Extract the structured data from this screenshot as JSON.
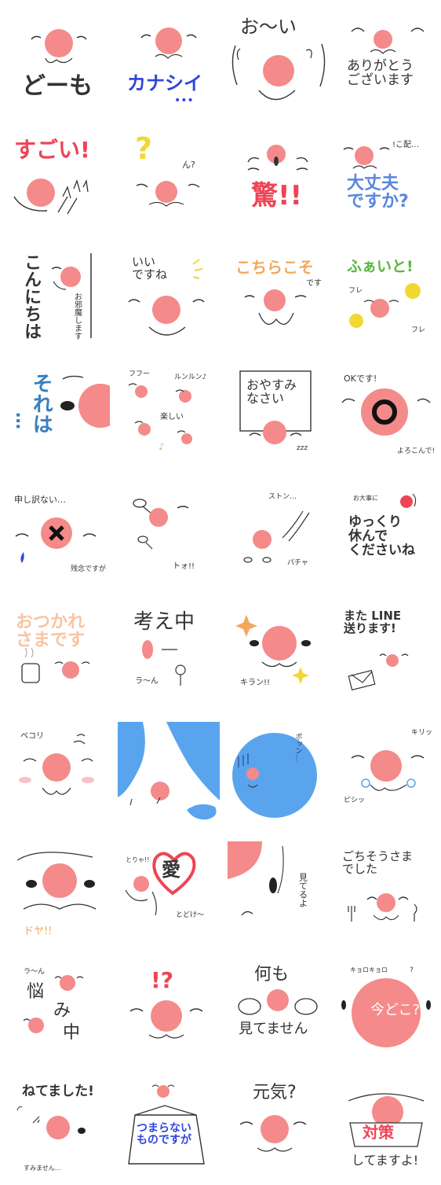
{
  "stickers": [
    {
      "texts": [
        "どーも"
      ]
    },
    {
      "texts": [
        "カナシイ"
      ]
    },
    {
      "texts": [
        "お〜い"
      ]
    },
    {
      "texts": [
        "ありがとう\nございます"
      ]
    },
    {
      "texts": [
        "すごい!"
      ]
    },
    {
      "texts": [
        "?",
        "ん?"
      ]
    },
    {
      "texts": [
        "驚!!"
      ]
    },
    {
      "texts": [
        "大丈夫\nですか?",
        "!こ配…"
      ]
    },
    {
      "texts": [
        "こんにちは",
        "お邪魔します"
      ]
    },
    {
      "texts": [
        "いい\nですね"
      ]
    },
    {
      "texts": [
        "こちらこそ",
        "です"
      ]
    },
    {
      "texts": [
        "ふぁいと!",
        "フレ",
        "フレ"
      ]
    },
    {
      "texts": [
        "それは",
        "…"
      ]
    },
    {
      "texts": [
        "フフー",
        "ルンルン♪",
        "楽しい"
      ]
    },
    {
      "texts": [
        "おやすみ\nなさい",
        "zzz"
      ]
    },
    {
      "texts": [
        "OKです!",
        "よろこんで!"
      ]
    },
    {
      "texts": [
        "申し訳ない…",
        "残念ですが"
      ]
    },
    {
      "texts": [
        "トォ!!"
      ]
    },
    {
      "texts": [
        "ストン…",
        "パチャ"
      ]
    },
    {
      "texts": [
        "お大事に",
        "ゆっくり\n休んで\nくださいね"
      ]
    },
    {
      "texts": [
        "おつかれ\nさまです"
      ]
    },
    {
      "texts": [
        "考え中",
        "ラ〜ん"
      ]
    },
    {
      "texts": [
        "キラン!!"
      ]
    },
    {
      "texts": [
        "また LINE\n送ります!"
      ]
    },
    {
      "texts": [
        "ペコリ"
      ]
    },
    {
      "texts": []
    },
    {
      "texts": [
        "ポッン…"
      ]
    },
    {
      "texts": [
        "キリッ",
        "ピシッ"
      ]
    },
    {
      "texts": [
        "ドヤ!!"
      ]
    },
    {
      "texts": [
        "愛",
        "とりゃ!!",
        "とどけ〜"
      ]
    },
    {
      "texts": [
        "見てるよ"
      ]
    },
    {
      "texts": [
        "ごちそうさま\nでした"
      ]
    },
    {
      "texts": [
        "ラ〜ん",
        "悩",
        "み",
        "中"
      ]
    },
    {
      "texts": [
        "!?"
      ]
    },
    {
      "texts": [
        "何も",
        "見てません"
      ]
    },
    {
      "texts": [
        "今どこ?",
        "キョロキョロ",
        "?"
      ]
    },
    {
      "texts": [
        "ねてました!",
        "すみません…"
      ]
    },
    {
      "texts": [
        "つまらない\nものですが"
      ]
    },
    {
      "texts": [
        "元気?"
      ]
    },
    {
      "texts": [
        "対策",
        "してますよ!"
      ]
    }
  ],
  "colors": {
    "beak": "#f48a8a",
    "ink": "#333333",
    "blue": "#2f45e0",
    "red": "#ee4455",
    "lightblue": "#5a86e0",
    "orange": "#f2a85c",
    "green": "#58b840",
    "steel": "#3a7fc0",
    "bluefill": "#5aa4ee"
  }
}
